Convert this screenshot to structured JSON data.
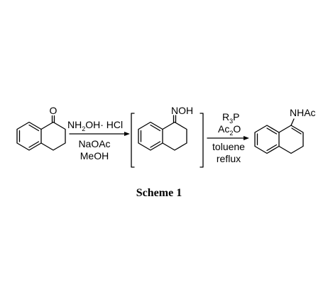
{
  "reagents_step1": {
    "above": [
      "NH",
      "2",
      "OH· HCl"
    ],
    "below": [
      "NaOAc",
      "MeOH"
    ]
  },
  "reagents_step2": {
    "above_line1": [
      "R",
      "3",
      "P"
    ],
    "above_line2": [
      "Ac",
      "2",
      "O"
    ],
    "below": [
      "toluene",
      "reflux"
    ]
  },
  "molecules": {
    "ketone_label": "O",
    "oxime_label": "NOH",
    "product_label": "NHAc"
  },
  "caption": "Scheme 1"
}
